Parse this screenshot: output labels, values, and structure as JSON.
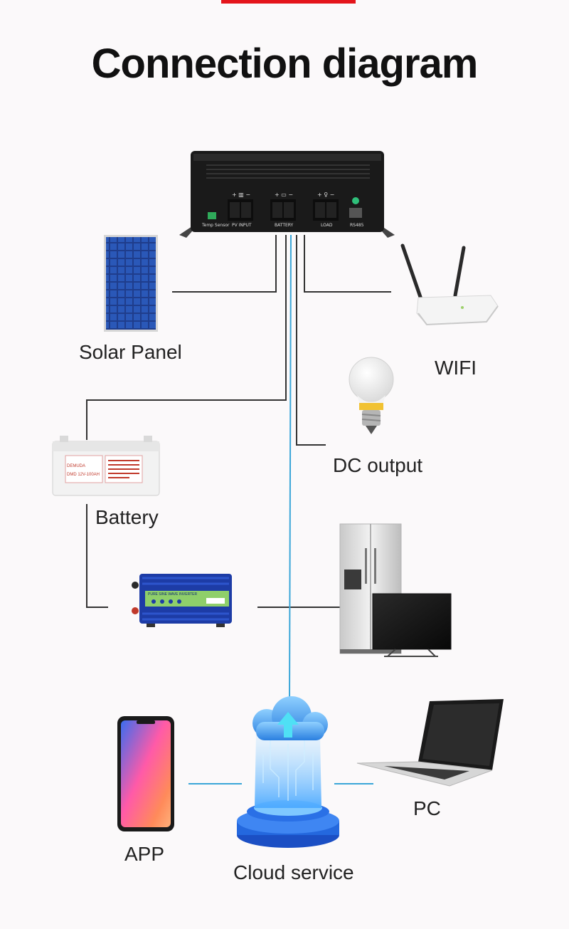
{
  "page": {
    "title": "Connection diagram"
  },
  "controller": {
    "port_labels": {
      "temp_sensor": "Temp Sensor",
      "pv_input": "PV INPUT",
      "battery": "BATTERY",
      "load": "LOAD",
      "rs485": "RS485"
    }
  },
  "battery_device": {
    "brand": "DEMUDA",
    "model": "DMD 12V-100AH"
  },
  "inverter_device": {
    "label": "PURE SINE WAVE INVERTER"
  },
  "labels": {
    "solar_panel": "Solar Panel",
    "wifi": "WIFI",
    "dc_output": "DC output",
    "battery": "Battery",
    "app": "APP",
    "cloud_service": "Cloud service",
    "pc": "PC"
  },
  "colors": {
    "accent_bar": "#e4151b",
    "wire": "#333333",
    "data_link": "#3aa6d8",
    "panel_blue": "#1e3f8f",
    "inverter_blue": "#1d3ca6"
  }
}
